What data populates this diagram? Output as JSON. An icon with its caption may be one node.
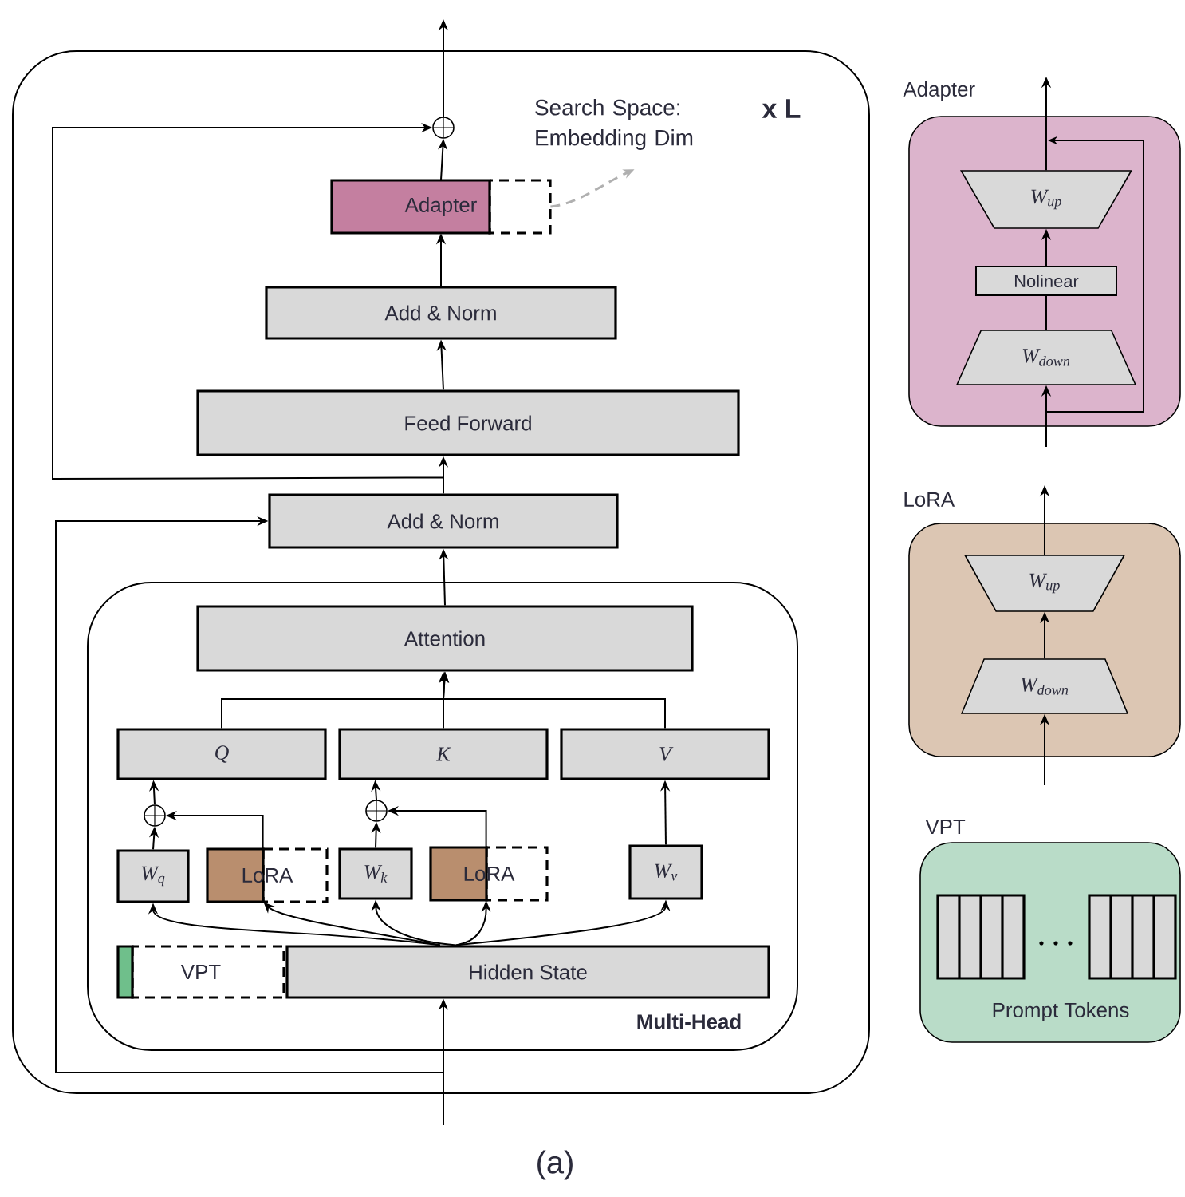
{
  "diagram": {
    "nodes": [
      {
        "text": [
          "x L"
        ]
      },
      {
        "text": [],
        "shape": "circle",
        "in": 0
      },
      {
        "text": [
          "Adapter"
        ],
        "in": 0
      },
      {
        "text": [
          "Search Space: Embedding Dim"
        ],
        "in": 0
      },
      {
        "text": [
          "Add & Norm"
        ],
        "in": 0
      },
      {
        "text": [
          "Feed Forward"
        ],
        "in": 0
      },
      {
        "text": [
          "Add & Norm"
        ],
        "in": 0
      },
      {
        "text": [
          "Multi-Head"
        ],
        "in": 0
      },
      {
        "text": [
          "Attention"
        ],
        "in": 7
      },
      {
        "text": [
          "Q"
        ],
        "in": 7
      },
      {
        "text": [
          "K"
        ],
        "in": 7
      },
      {
        "text": [
          "V"
        ],
        "in": 7
      },
      {
        "text": [],
        "shape": "circle",
        "in": 7
      },
      {
        "text": [
          "W$_{q}$"
        ],
        "in": 7
      },
      {
        "text": [
          "LoRA"
        ],
        "in": 7
      },
      {
        "text": [],
        "shape": "circle",
        "in": 7
      },
      {
        "text": [
          "W$_{k}$"
        ],
        "in": 7
      },
      {
        "text": [
          "LoRA"
        ],
        "in": 7
      },
      {
        "text": [
          "W$_{v}$"
        ],
        "in": 7
      },
      {
        "text": [
          "VPT"
        ],
        "in": 7
      },
      {
        "text": [
          "Hidden State"
        ],
        "in": 7
      },
      {
        "text": [
          "Adapter"
        ]
      },
      {
        "text": [
          "W$_{up}$"
        ],
        "in": 21
      },
      {
        "text": [
          "Nolinear"
        ],
        "in": 21
      },
      {
        "text": [
          "W$_{down}$"
        ],
        "in": 21
      },
      {
        "text": [
          "LoRA"
        ]
      },
      {
        "text": [
          "W$_{up}$"
        ],
        "in": 25
      },
      {
        "text": [
          "W$_{down}$"
        ],
        "in": 25
      },
      {
        "text": [
          "VPT",
          "Prompt Tokens"
        ]
      }
    ],
    "edges": [
      {
        "from": 1,
        "to": null,
        "arrow": "to"
      },
      {
        "from": 6,
        "to": 1,
        "arrow": "to"
      },
      {
        "from": 2,
        "to": 1,
        "arrow": "to"
      },
      {
        "from": 4,
        "to": 2,
        "arrow": "to"
      },
      {
        "from": 5,
        "to": 4,
        "arrow": "to"
      },
      {
        "from": 6,
        "to": 5,
        "arrow": "to"
      },
      {
        "from": null,
        "to": 20,
        "arrow": "to"
      },
      {
        "from": null,
        "to": 6,
        "arrow": "to"
      },
      {
        "from": 8,
        "to": 6,
        "arrow": "to"
      },
      {
        "from": 9,
        "to": 8,
        "arrow": "to"
      },
      {
        "from": 10,
        "to": 8,
        "arrow": "to"
      },
      {
        "from": 11,
        "to": 8,
        "arrow": "to"
      },
      {
        "from": 12,
        "to": 9,
        "arrow": "to"
      },
      {
        "from": 13,
        "to": 12,
        "arrow": "to"
      },
      {
        "from": 14,
        "to": 12,
        "arrow": "to"
      },
      {
        "from": 15,
        "to": 10,
        "arrow": "to"
      },
      {
        "from": 16,
        "to": 15,
        "arrow": "to"
      },
      {
        "from": 17,
        "to": 15,
        "arrow": "to"
      },
      {
        "from": 18,
        "to": 11,
        "arrow": "to"
      },
      {
        "from": 20,
        "to": 13,
        "arrow": "to"
      },
      {
        "from": 20,
        "to": 14,
        "arrow": "to"
      },
      {
        "from": 20,
        "to": 16,
        "arrow": "to"
      },
      {
        "from": 20,
        "to": 17,
        "arrow": "to"
      },
      {
        "from": 20,
        "to": 18,
        "arrow": "to"
      },
      {
        "from": 2,
        "to": 3,
        "arrow": "to",
        "style": "dashed",
        "color": "#b0b0b0"
      },
      {
        "from": null,
        "to": 24,
        "arrow": "to"
      },
      {
        "from": 24,
        "to": 23,
        "arrow": "none"
      },
      {
        "from": 23,
        "to": 22,
        "arrow": "to"
      },
      {
        "from": 22,
        "to": null,
        "arrow": "to"
      },
      {
        "from": null,
        "to": 27,
        "arrow": "to"
      },
      {
        "from": 27,
        "to": 26,
        "arrow": "to"
      },
      {
        "from": 26,
        "to": null,
        "arrow": "to"
      }
    ],
    "labels": [
      "(a)"
    ]
  }
}
